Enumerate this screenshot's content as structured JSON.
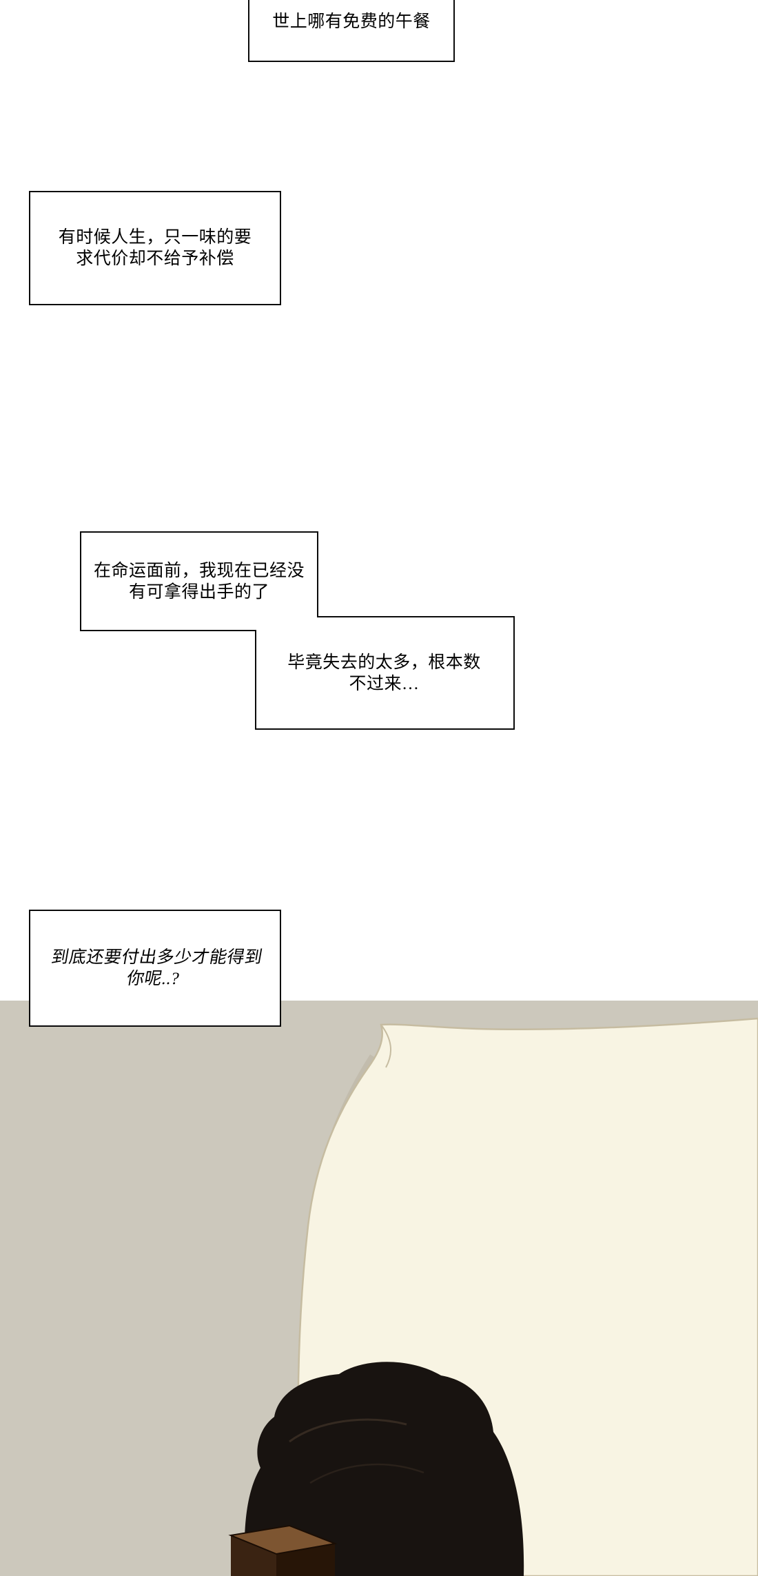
{
  "page": {
    "background": "#ffffff",
    "panel_border_color": "#0a0a0a"
  },
  "bubbles": [
    {
      "id": "caption-1",
      "lines": [
        "世上哪有免费的午餐"
      ]
    },
    {
      "id": "caption-2",
      "lines": [
        "有时候人生，只一味的要",
        "求代价却不给予补偿"
      ]
    },
    {
      "id": "caption-3",
      "lines": [
        "在命运面前，我现在已经没",
        "有可拿得出手的了"
      ]
    },
    {
      "id": "caption-4",
      "lines": [
        "毕竟失去的太多，根本数",
        "不过来…"
      ]
    },
    {
      "id": "caption-5",
      "lines": [
        "到底还要付出多少才能得到",
        "你呢..?"
      ]
    }
  ],
  "scene": {
    "background": "#ccc8bc",
    "pillow": "#f8f4e3",
    "pillow_outline": "#c6bca1",
    "hair": "#181310",
    "box_top": "#7d5531",
    "box_left": "#3a2312",
    "box_right": "#271507"
  }
}
